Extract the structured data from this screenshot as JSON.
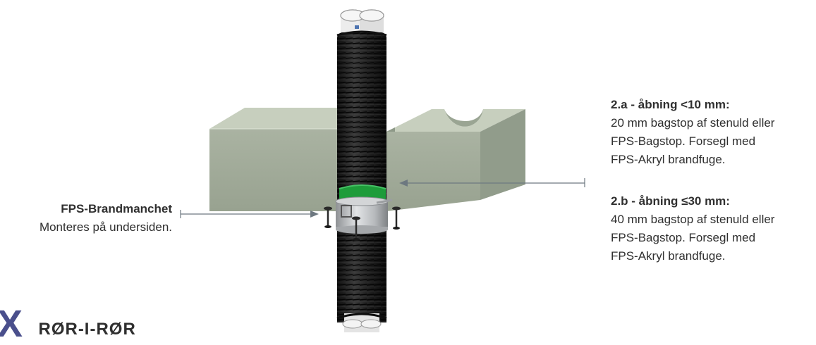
{
  "callouts": {
    "left": {
      "title": "FPS-Brandmanchet",
      "lines": [
        "Monteres på undersiden."
      ]
    },
    "a": {
      "title": "2.a - åbning <10 mm:",
      "lines": [
        "20 mm bagstop af stenuld eller",
        "FPS-Bagstop. Forsegl med",
        "FPS-Akryl brandfuge."
      ]
    },
    "b": {
      "title": "2.b - åbning ≤30 mm:",
      "lines": [
        "40 mm bagstop af stenuld eller",
        "FPS-Bagstop. Forsegl med",
        "FPS-Akryl brandfuge."
      ]
    }
  },
  "bottom_title": {
    "mark": "X",
    "text": "RØR-I-RØR"
  },
  "colors": {
    "block_front": "#a3ad9b",
    "block_top": "#c8d0bf",
    "block_side": "#8f9a88",
    "insulation": "#1e1e1e",
    "green_band": "#1e9c3a",
    "collar": "#c2c4c6",
    "leader": "#6d7880",
    "accent": "#4a4f8c"
  }
}
